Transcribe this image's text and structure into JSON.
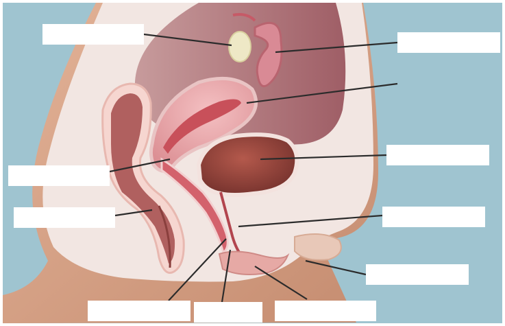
{
  "colors": {
    "background_blue": "#9fc4d0",
    "skin": "#d9a387",
    "body_cavity": "#f2e6e2",
    "peritoneum": "#a86a70",
    "rectum": "#b0605f",
    "uterus": "#e6a3a5",
    "uterine_cavity": "#c8505a",
    "bladder": "#8a3f38",
    "ovary": "#eee8c6",
    "label_box": "#ffffff",
    "leader_line": "#2b2b2b"
  },
  "labels": [
    {
      "id": "label-1",
      "text": ""
    },
    {
      "id": "label-2",
      "text": ""
    },
    {
      "id": "label-3",
      "text": ""
    },
    {
      "id": "label-4",
      "text": ""
    },
    {
      "id": "label-5",
      "text": ""
    },
    {
      "id": "label-6",
      "text": ""
    },
    {
      "id": "label-7",
      "text": ""
    },
    {
      "id": "label-8",
      "text": ""
    },
    {
      "id": "label-9",
      "text": ""
    },
    {
      "id": "label-10",
      "text": ""
    }
  ]
}
